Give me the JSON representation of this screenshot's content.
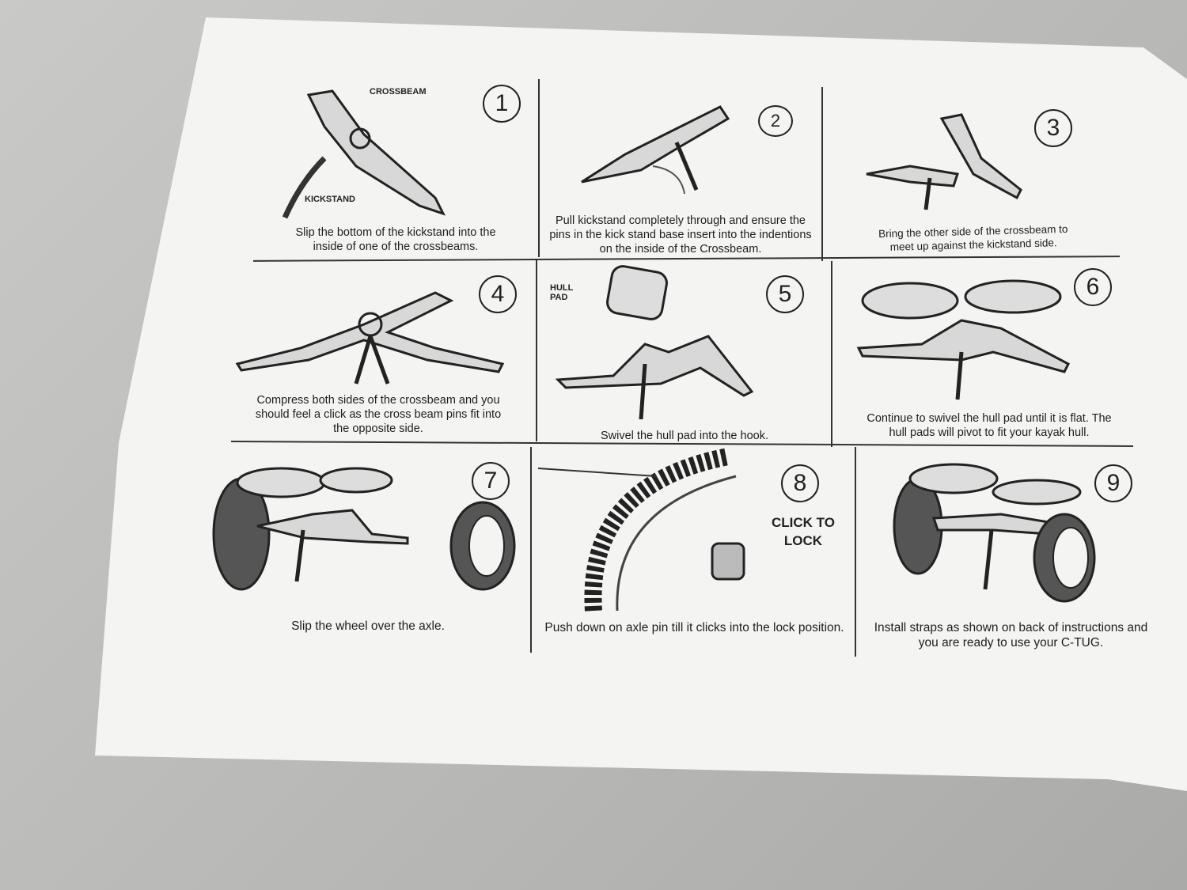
{
  "document": {
    "steps": [
      {
        "number": "1",
        "caption": "Slip the bottom of the kickstand into the inside of one of the crossbeams.",
        "labels": [
          "CROSSBEAM",
          "KICKSTAND"
        ]
      },
      {
        "number": "2",
        "caption": "Pull kickstand completely through and ensure the pins in the kick stand base insert into the indentions on the inside of the Crossbeam."
      },
      {
        "number": "3",
        "caption": "Bring the other side of the crossbeam to meet up against the kickstand side."
      },
      {
        "number": "4",
        "caption": "Compress both sides of the crossbeam and you should feel a click as the cross beam pins fit into the opposite side."
      },
      {
        "number": "5",
        "caption": "Swivel the hull pad into the hook.",
        "labels": [
          "HULL PAD"
        ]
      },
      {
        "number": "6",
        "caption": "Continue to swivel the hull pad until it is flat. The hull pads will pivot to fit your kayak hull."
      },
      {
        "number": "7",
        "caption": "Slip the wheel over the axle."
      },
      {
        "number": "8",
        "caption": "Push down on axle pin till it clicks into the lock position.",
        "labels": [
          "CLICK TO",
          "LOCK"
        ]
      },
      {
        "number": "9",
        "caption": "Install straps as shown on back of instructions and you are ready to use your C-TUG."
      }
    ]
  }
}
